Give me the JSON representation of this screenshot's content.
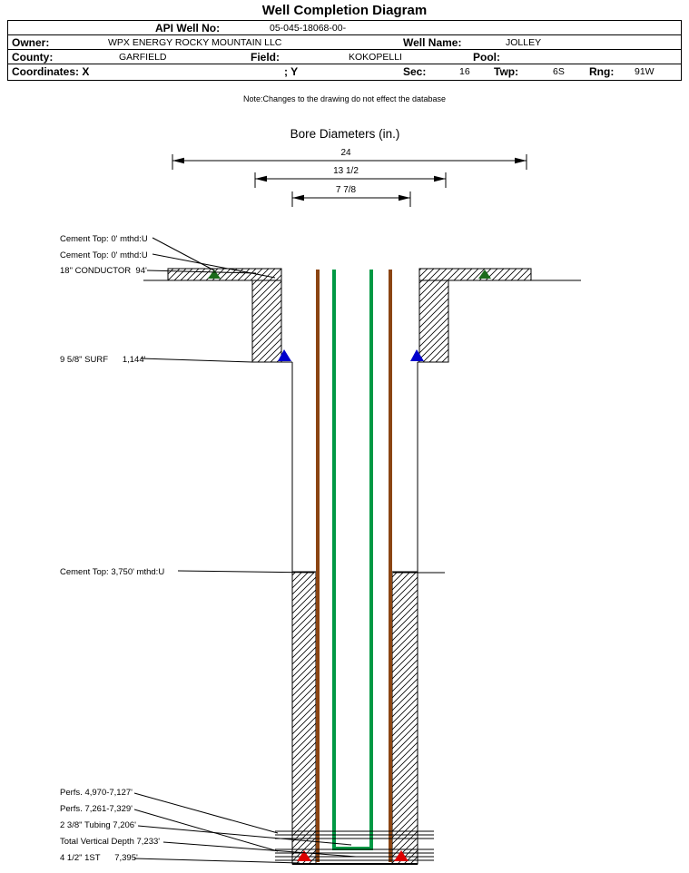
{
  "title": "Well Completion Diagram",
  "note": "Note:Changes to the drawing do not effect the database",
  "table": {
    "api_label": "API Well No:",
    "api_value": "05-045-18068-00-",
    "owner_label": "Owner:",
    "owner_value": "WPX ENERGY ROCKY MOUNTAIN LLC",
    "well_name_label": "Well Name:",
    "well_name_value": "JOLLEY",
    "county_label": "County:",
    "county_value": "GARFIELD",
    "field_label": "Field:",
    "field_value": "KOKOPELLI",
    "pool_label": "Pool:",
    "pool_value": "",
    "coordinates_label": "Coordinates: X",
    "coordinates_y_label": "; Y",
    "sec_label": "Sec:",
    "sec_value": "16",
    "twp_label": "Twp:",
    "twp_value": "6S",
    "rng_label": "Rng:",
    "rng_value": "91W"
  },
  "diagram": {
    "bore_title": "Bore Diameters (in.)",
    "bore_diameters": [
      "24",
      "13 1/2",
      "7 7/8"
    ],
    "annotations": {
      "cement_top_conductor": "Cement Top: 0' mthd:U",
      "cement_top_surface": "Cement Top: 0' mthd:U",
      "conductor": "18\" CONDUCTOR  94'",
      "surface_casing": "9 5/8\" SURF      1,144'",
      "cement_top_production": "Cement Top: 3,750' mthd:U",
      "perfs_1": "Perfs. 4,970-7,127'",
      "perfs_2": "Perfs. 7,261-7,329'",
      "tubing": "2 3/8\" Tubing 7,206'",
      "tvd": "Total Vertical Depth 7,233'",
      "production_casing": "4 1/2\" 1ST      7,395'"
    },
    "colors": {
      "casing": "#8B4513",
      "tubing": "#009944",
      "cement_marker_conductor": "#1B6B1B",
      "casing_shoe_marker": "#0000CC",
      "bottom_marker": "#DD0000"
    }
  }
}
